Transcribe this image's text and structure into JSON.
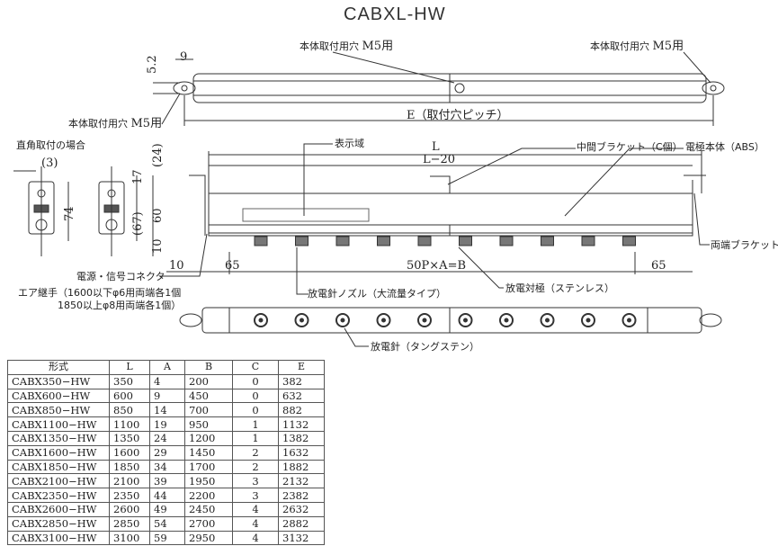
{
  "title": "CABXL-HW",
  "top_view": {
    "hole_label": "本体取付用穴",
    "m5": "M5用",
    "dim_52": "5.2",
    "dim_9": "9",
    "pitch": "E（取付穴ピッチ）"
  },
  "side_view": {
    "caption": "直角取付の場合",
    "dim_3": "(3)",
    "dim_74": "74",
    "dim_17": "17",
    "dim_67": "(67)"
  },
  "front_view": {
    "dim_24": "(24)",
    "dim_60": "60",
    "dim_10a": "10",
    "dim_10b": "10",
    "dim_65a": "65",
    "dim_65b": "65",
    "dim_L": "L",
    "dim_L20": "L−20",
    "pitch": "50P×A=B",
    "display_area": "表示域",
    "mid_bracket": "中間ブラケット（C個）",
    "body": "電極本体（ABS）",
    "end_bracket": "両端ブラケット",
    "connector": "電源・信号コネクタ",
    "air1": "エア継手（1600以下φ6用両端各1個",
    "air2": "1850以上φ8用両端各1個）",
    "nozzle": "放電針ノズル（大流量タイプ）",
    "counter": "放電対極（ステンレス）"
  },
  "bottom_view": {
    "needle": "放電針（タングステン）"
  },
  "table": {
    "headers": [
      "形式",
      "L",
      "A",
      "B",
      "C",
      "E"
    ],
    "rows": [
      [
        "CABX350−HW",
        "350",
        "4",
        "200",
        "0",
        "382"
      ],
      [
        "CABX600−HW",
        "600",
        "9",
        "450",
        "0",
        "632"
      ],
      [
        "CABX850−HW",
        "850",
        "14",
        "700",
        "0",
        "882"
      ],
      [
        "CABX1100−HW",
        "1100",
        "19",
        "950",
        "1",
        "1132"
      ],
      [
        "CABX1350−HW",
        "1350",
        "24",
        "1200",
        "1",
        "1382"
      ],
      [
        "CABX1600−HW",
        "1600",
        "29",
        "1450",
        "2",
        "1632"
      ],
      [
        "CABX1850−HW",
        "1850",
        "34",
        "1700",
        "2",
        "1882"
      ],
      [
        "CABX2100−HW",
        "2100",
        "39",
        "1950",
        "3",
        "2132"
      ],
      [
        "CABX2350−HW",
        "2350",
        "44",
        "2200",
        "3",
        "2382"
      ],
      [
        "CABX2600−HW",
        "2600",
        "49",
        "2450",
        "4",
        "2632"
      ],
      [
        "CABX2850−HW",
        "2850",
        "54",
        "2700",
        "4",
        "2882"
      ],
      [
        "CABX3100−HW",
        "3100",
        "59",
        "2950",
        "4",
        "3132"
      ]
    ]
  }
}
